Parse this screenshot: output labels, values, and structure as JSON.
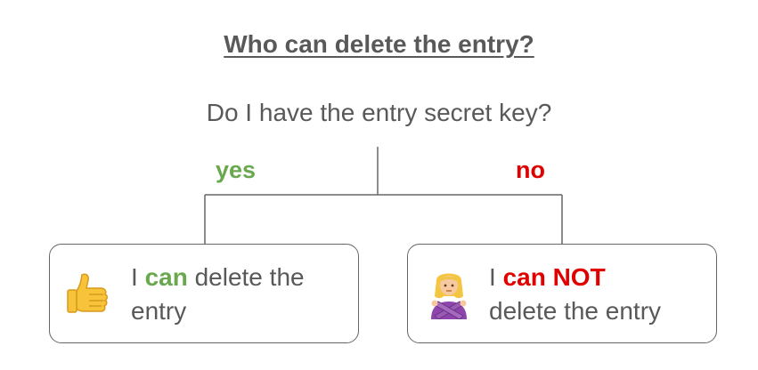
{
  "title": "Who can delete the entry?",
  "question": "Do I have the entry secret key?",
  "branches": {
    "yes": {
      "label": "yes",
      "color": "#6aa84f",
      "emoji": "thumbs-up-icon",
      "text_prefix": "I ",
      "text_highlight": "can",
      "text_line1_rest": " delete the",
      "text_line2": "entry"
    },
    "no": {
      "label": "no",
      "color": "#e00000",
      "emoji": "person-gesturing-no-icon",
      "text_prefix": "I ",
      "text_highlight": "can NOT",
      "text_line2": "delete the entry"
    }
  },
  "colors": {
    "text": "#595959",
    "lines": "#666666"
  }
}
